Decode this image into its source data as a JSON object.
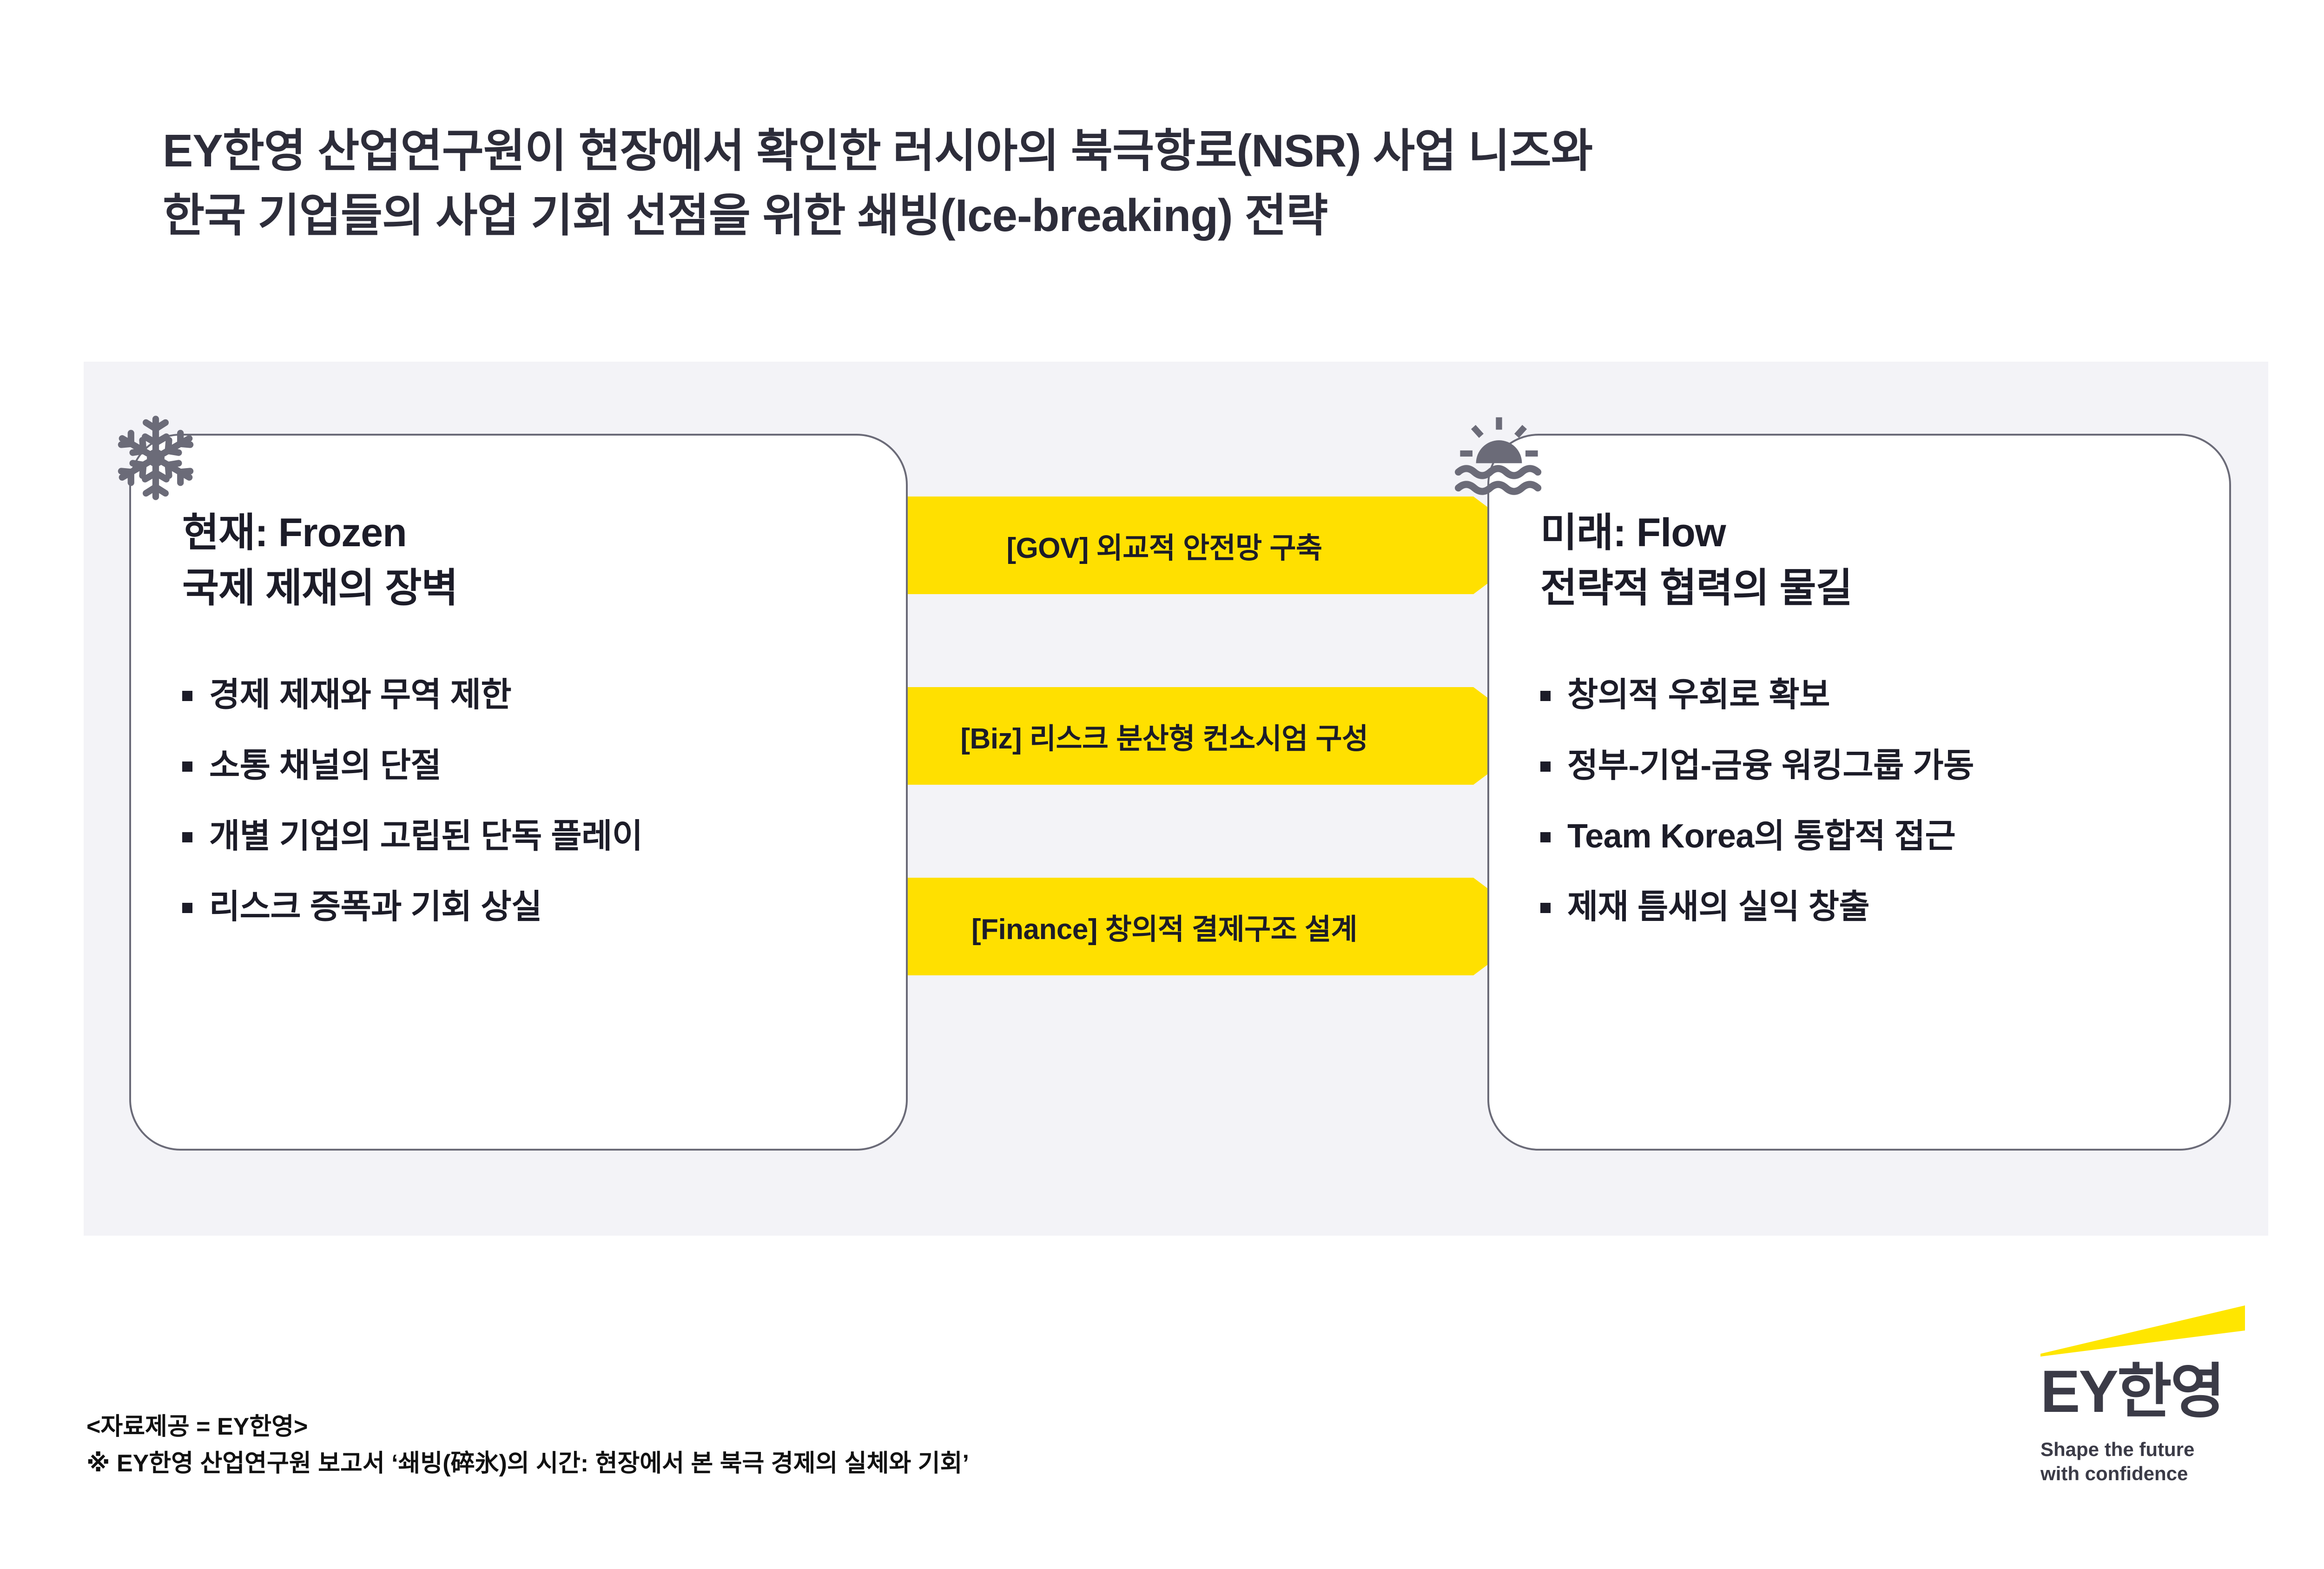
{
  "title": {
    "line1": "EY한영 산업연구원이 현장에서 확인한 러시아의 북극항로(NSR) 사업 니즈와",
    "line2": "한국 기업들의 사업 기회 선점을 위한 쇄빙(Ice-breaking) 전략"
  },
  "colors": {
    "accent_yellow": "#FFE000",
    "panel_bg": "#F3F3F7",
    "card_border": "#6B6B78",
    "text_dark": "#1C1C28",
    "icon_gray": "#6B6B78",
    "ey_gray": "#3B3B47",
    "ey_yellow": "#FFE600"
  },
  "left_card": {
    "icon": "snowflake-icon",
    "heading_line1": "현재: Frozen",
    "heading_line2": "국제 제재의 장벽",
    "bullets": [
      "경제 제재와 무역 제한",
      "소통 채널의 단절",
      "개별 기업의 고립된 단독 플레이",
      "리스크 증폭과 기회 상실"
    ]
  },
  "right_card": {
    "icon": "sunrise-over-water-icon",
    "heading_line1": "미래: Flow",
    "heading_line2": "전략적 협력의 물길",
    "bullets": [
      "창의적 우회로 확보",
      "정부-기업-금융 워킹그룹 가동",
      "Team Korea의 통합적 접근",
      "제재 틈새의 실익 창출"
    ]
  },
  "arrows": [
    {
      "label": "[GOV] 외교적 안전망 구축"
    },
    {
      "label": "[Biz] 리스크 분산형 컨소시엄 구성"
    },
    {
      "label": "[Finance] 창의적 결제구조 설계"
    }
  ],
  "footer": {
    "line1": "<자료제공 = EY한영>",
    "line2": "※ EY한영 산업연구원 보고서 ‘쇄빙(碎氷)의 시간: 현장에서 본 북극 경제의 실체와 기회’"
  },
  "logo": {
    "wordmark": "EY한영",
    "tagline_line1": "Shape the future",
    "tagline_line2": "with confidence"
  }
}
